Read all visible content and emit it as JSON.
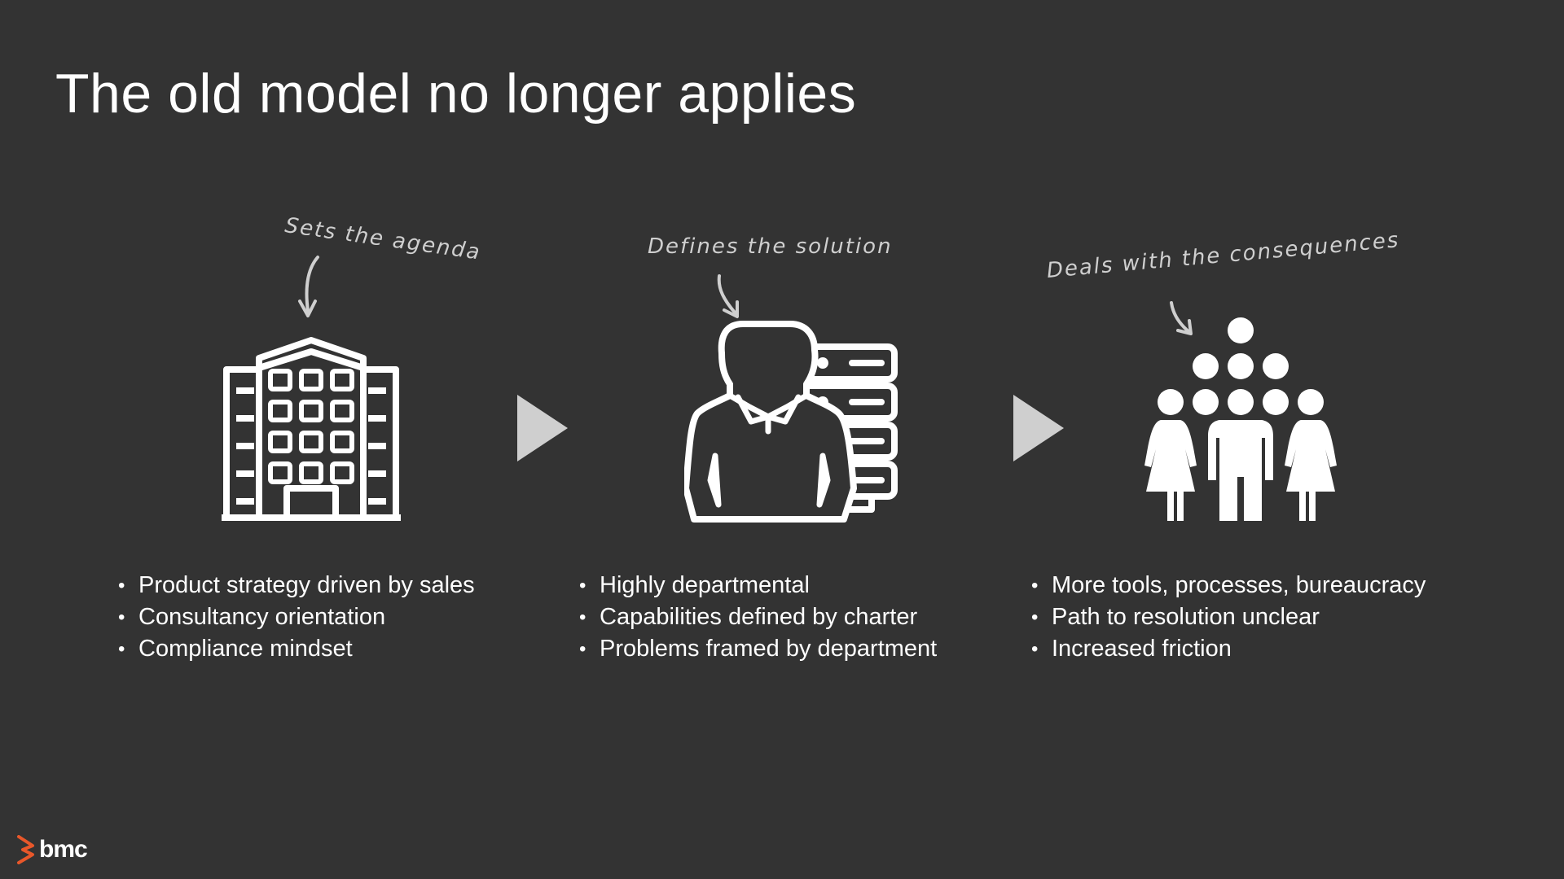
{
  "slide": {
    "title": "The old model no longer applies"
  },
  "annotations": [
    {
      "text": "Sets the agenda"
    },
    {
      "text": "Defines the solution"
    },
    {
      "text": "Deals with the consequences"
    }
  ],
  "columns": [
    {
      "icon": "building-icon",
      "bullets": [
        "Product strategy driven by sales",
        "Consultancy orientation",
        "Compliance mindset"
      ]
    },
    {
      "icon": "person-server-icon",
      "bullets": [
        "Highly departmental",
        "Capabilities defined by charter",
        "Problems framed by department"
      ]
    },
    {
      "icon": "crowd-icon",
      "bullets": [
        "More tools, processes, bureaucracy",
        "Path to resolution unclear",
        "Increased friction"
      ]
    }
  ],
  "logo": {
    "text": "bmc",
    "accent_color": "#e8572a"
  },
  "colors": {
    "background": "#333333",
    "text": "#ffffff",
    "annotation": "#cfcfcf"
  }
}
